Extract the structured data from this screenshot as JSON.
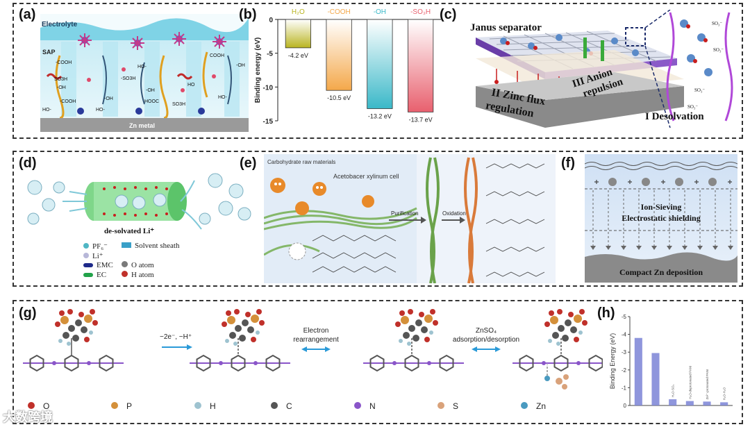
{
  "panels": {
    "a": {
      "label": "(a)",
      "electrolyte": "Electrolyte",
      "sap": "SAP",
      "zn_metal": "Zn metal",
      "groups": [
        "-COOH",
        "SO3H",
        "-OH",
        "HO-",
        "-SO3H",
        "-COOH",
        "HO-",
        "-OH",
        "HOOC",
        "SO3H",
        "HO",
        "-OH",
        "COOH",
        "HO-",
        "HO-",
        "-OH"
      ]
    },
    "b": {
      "label": "(b)"
    },
    "c": {
      "label": "(c)",
      "janus": "Janus separator",
      "anion": "III Anion",
      "repulsion": "repulsion",
      "zinc_flux": "II Zinc flux",
      "regulation": "regulation",
      "desolvation": "I Desolvation"
    },
    "d": {
      "label": "(d)",
      "caption": "de-solvated Li⁺",
      "legend": [
        {
          "name": "PF₆⁻",
          "color": "#4fb6c4"
        },
        {
          "name": "Li⁺",
          "color": "#b7b7d8"
        },
        {
          "name": "EMC",
          "color": "#1e2a8a"
        },
        {
          "name": "EC",
          "color": "#22a24a"
        },
        {
          "name": "Solvent sheath",
          "color": "#3aa0c8"
        },
        {
          "name": "O atom",
          "color": "#7a7a7a"
        },
        {
          "name": "H atom",
          "color": "#c0302a"
        }
      ]
    },
    "e": {
      "label": "(e)",
      "raw": "Carbohydrate raw materials",
      "cell": "Acetobacer xylinum cell",
      "purification": "Purification",
      "oxidation": "Oxidation"
    },
    "f": {
      "label": "(f)",
      "line1": "Ion-Sieving",
      "line2": "Electrostatic shielding",
      "bottom": "Compact Zn deposition"
    },
    "g": {
      "label": "(g)",
      "step1": "−2e⁻, −H⁺",
      "step2a": "Electron",
      "step2b": "rearrangement",
      "step3a": "ZnSO₄",
      "step3b": "adsorption/desorption",
      "legend": [
        {
          "name": "O",
          "color": "#c0302a"
        },
        {
          "name": "P",
          "color": "#d4903a"
        },
        {
          "name": "H",
          "color": "#9ec3d0"
        },
        {
          "name": "C",
          "color": "#555555"
        },
        {
          "name": "N",
          "color": "#8a55c9"
        },
        {
          "name": "S",
          "color": "#d9a27a"
        },
        {
          "name": "Zn",
          "color": "#4a9ac0"
        }
      ]
    },
    "h": {
      "label": "(h)"
    }
  },
  "watermark": "大数跨境",
  "chart_data": [
    {
      "type": "bar",
      "panel": "b",
      "ylabel": "Binding energy (eV)",
      "categories": [
        "H₂O",
        "-COOH",
        "-OH",
        "-SO₃H"
      ],
      "values": [
        -4.2,
        -10.5,
        -13.2,
        -13.7
      ],
      "data_labels": [
        "-4.2 eV",
        "-10.5 eV",
        "-13.2 eV",
        "-13.7 eV"
      ],
      "category_colors": [
        "#b9b420",
        "#f4a84a",
        "#3ab8c8",
        "#e8606e"
      ],
      "ylim": [
        -15,
        0
      ],
      "yticks": [
        "0",
        "-5",
        "-10",
        "-15"
      ]
    },
    {
      "type": "bar",
      "panel": "h",
      "ylabel": "Binding Energy (eV)",
      "categories": [
        "",
        "",
        "H₂O-SO₄",
        "H₂O-deprotonated PANI",
        "Zn²⁺-protonated PANI",
        "H₂O-H₂O"
      ],
      "values": [
        -3.8,
        -2.95,
        -0.35,
        -0.25,
        -0.22,
        -0.18
      ],
      "ylim": [
        -5,
        0
      ],
      "yticks": [
        "-5",
        "-4",
        "-3",
        "-2",
        "-1",
        "0"
      ]
    }
  ]
}
